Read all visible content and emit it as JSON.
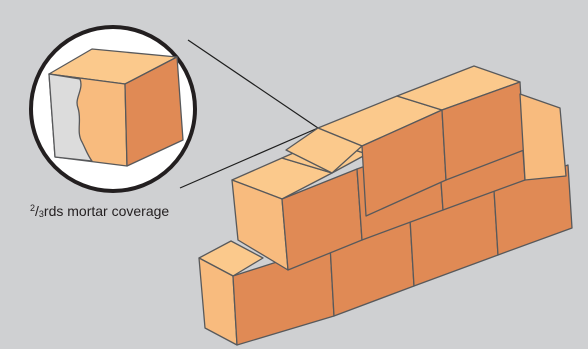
{
  "caption": {
    "numerator": "2",
    "denominator": "3",
    "text": "rds mortar coverage"
  },
  "colors": {
    "background": "#cfd0d2",
    "brick_top": "#fbc98c",
    "brick_front": "#e08a55",
    "brick_end": "#f8bb7e",
    "mortar": "#dcdcdc",
    "outline": "#58595b"
  }
}
